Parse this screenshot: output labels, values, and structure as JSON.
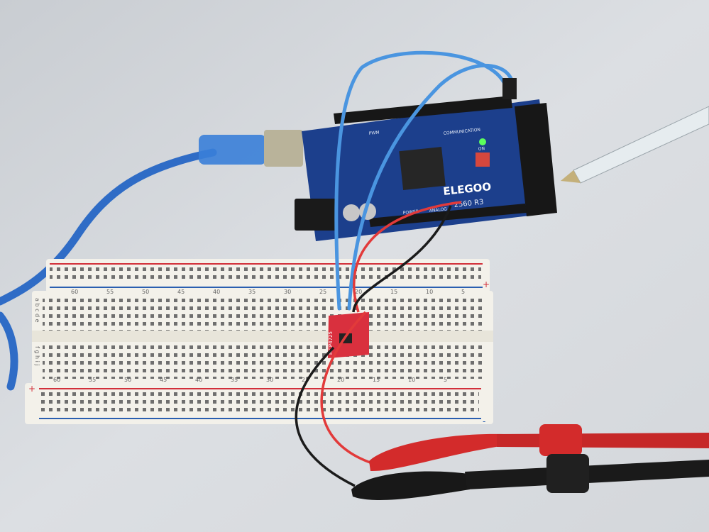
{
  "scene": {
    "arduino": {
      "brand": "ELEGOO",
      "model": "2560 R3",
      "labels": [
        "COMMUNICATION",
        "PWM",
        "ON",
        "POWER",
        "ANALOG"
      ]
    },
    "breadboard": {
      "top_row_letters": "a b c d e",
      "bottom_row_letters": "f g h i j",
      "top_numbers": [
        "60",
        "55",
        "50",
        "45",
        "40",
        "35",
        "30",
        "25",
        "20",
        "15",
        "10",
        "5"
      ],
      "bottom_numbers": [
        "60",
        "55",
        "50",
        "45",
        "40",
        "35",
        "30",
        "25",
        "20",
        "15",
        "10",
        "5"
      ],
      "rail_plus": "+",
      "rail_minus": "-"
    },
    "module": {
      "label": "MCP4725"
    },
    "colors": {
      "background": "#d9dde1",
      "arduino_board": "#1c3f8c",
      "breadboard": "#f3f1ea",
      "rail_red": "#d2303a",
      "rail_blue": "#2a5fb0",
      "module_red": "#d9303e",
      "usb_cable": "#2f6cc6",
      "wire_blue": "#4a95e0",
      "wire_red": "#e23a3a",
      "wire_black": "#1b1b1b",
      "probe_red": "#d32b2b",
      "probe_black": "#181818"
    }
  }
}
